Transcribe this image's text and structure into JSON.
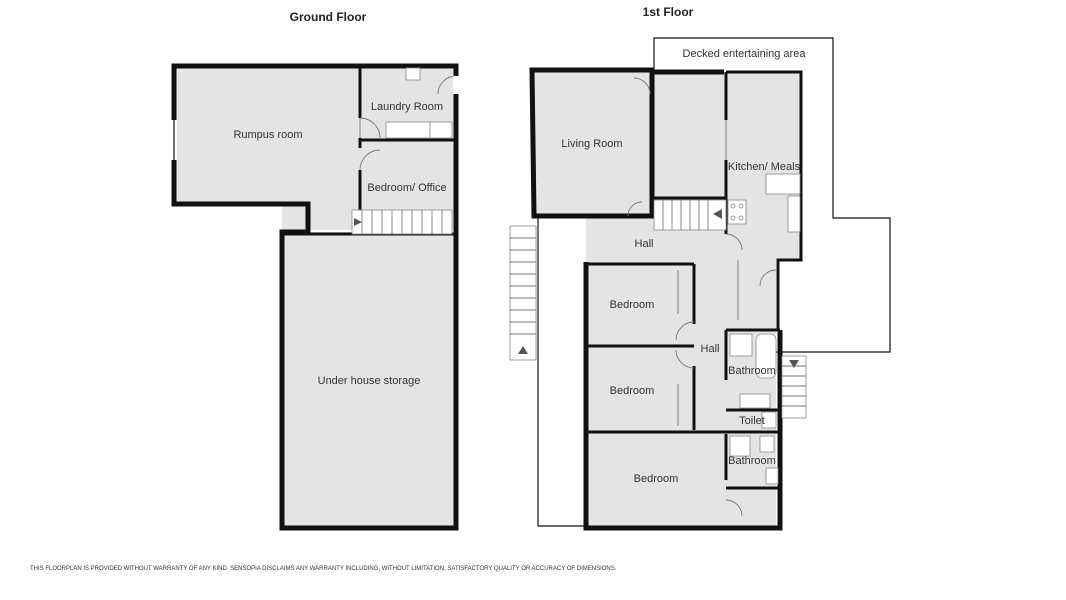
{
  "floors": {
    "ground": {
      "title": "Ground Floor"
    },
    "first": {
      "title": "1st Floor"
    }
  },
  "rooms": {
    "rumpus": "Rumpus room",
    "laundry": "Laundry Room",
    "bedroom_office": "Bedroom/ Office",
    "under_house": "Under house storage",
    "living": "Living Room",
    "kitchen": "Kitchen/ Meals",
    "decked": "Decked entertaining area",
    "hall_upper": "Hall",
    "hall_lower": "Hall",
    "bedroom_1": "Bedroom",
    "bedroom_2": "Bedroom",
    "bedroom_3": "Bedroom",
    "bathroom_1": "Bathroom",
    "bathroom_2": "Bathroom",
    "toilet": "Toilet"
  },
  "disclaimer": "THIS FLOORPLAN IS PROVIDED WITHOUT WARRANTY OF ANY KIND. SENSOPIA DISCLAIMS ANY WARRANTY INCLUDING, WITHOUT LIMITATION, SATISFACTORY QUALITY OR ACCURACY OF DIMENSIONS.",
  "colors": {
    "room_fill": "#e4e4e4",
    "wall": "#111111"
  }
}
